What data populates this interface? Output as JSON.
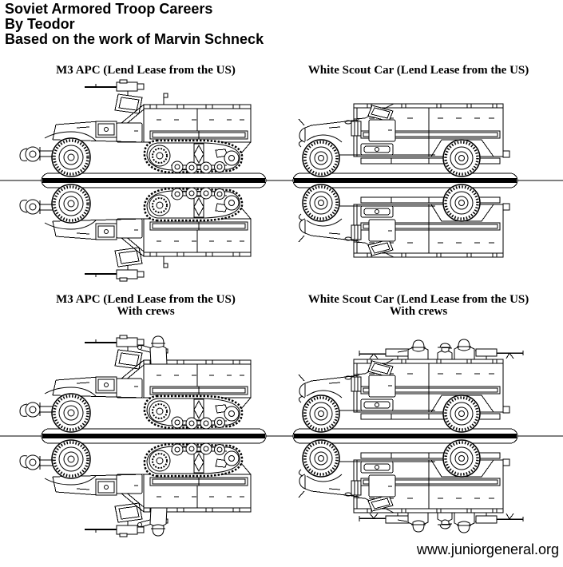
{
  "page": {
    "background": "#ffffff",
    "ink": "#000000"
  },
  "header": {
    "title": "Soviet Armored Troop Careers",
    "byline": "By Teodor",
    "credit": "Based on the work of Marvin Schneck"
  },
  "sections": [
    {
      "caption": "M3 APC (Lend Lease from the US)",
      "subcaption": "",
      "figure": "m3-halftrack-mirrored-drawing"
    },
    {
      "caption": "White Scout Car (Lend Lease from the US)",
      "subcaption": "",
      "figure": "white-scout-car-mirrored-drawing"
    },
    {
      "caption": "M3 APC (Lend Lease from the US)",
      "subcaption": "With crews",
      "figure": "m3-halftrack-with-crew-mirrored-drawing"
    },
    {
      "caption": "White Scout Car (Lend Lease from the US)",
      "subcaption": "With crews",
      "figure": "white-scout-car-with-crew-mirrored-drawing"
    }
  ],
  "footer": {
    "website": "www.juniorgeneral.org"
  }
}
